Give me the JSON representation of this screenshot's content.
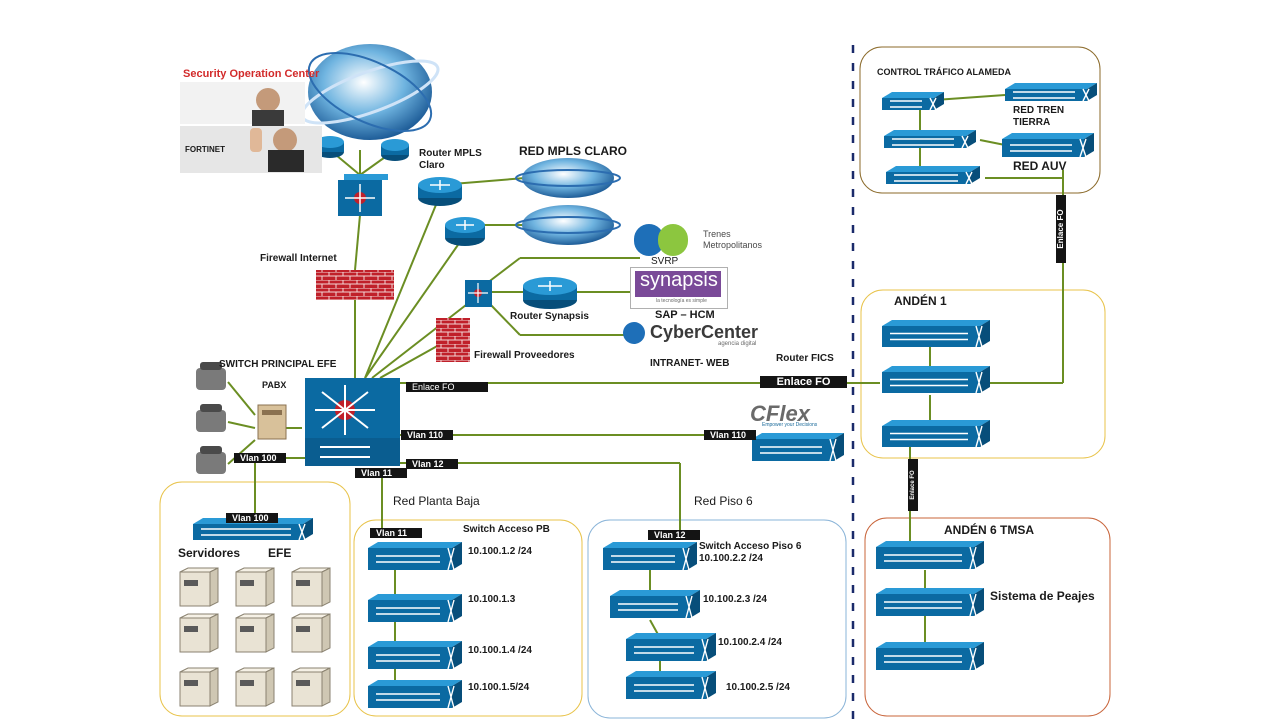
{
  "security_center": {
    "title": "Security Operation Center",
    "vendor": "FORTINET"
  },
  "mpls": {
    "title": "RED MPLS CLARO",
    "router_label": "Router MPLS\nClaro"
  },
  "firewall_internet": "Firewall Internet",
  "firewall_proveedores": "Firewall Proveedores",
  "router_synapsis": "Router Synapsis",
  "switch_principal": "SWITCH PRINCIPAL EFE",
  "pabx": "PABX",
  "logos": {
    "trenes": {
      "line1": "Trenes",
      "line2": "Metropolitanos"
    },
    "svrp": "SVRP",
    "synapsis": {
      "name": "synapsis",
      "tagline": "la tecnología es simple"
    },
    "sap": "SAP – HCM",
    "cybercenter": {
      "name": "CyberCenter",
      "tagline": "agencia digital"
    },
    "intranet": "INTRANET- WEB",
    "cflex": {
      "name": "CFlex",
      "tagline": "Empower your Decisions"
    }
  },
  "router_fics": "Router FICS",
  "links": {
    "enlace_fo_small": "Enlace FO",
    "enlace_fo_large": "Enlace FO",
    "enlace_fo_vertical_top": "Enlace FO",
    "enlace_fo_vertical_bottom": "Enlace FO",
    "vlan110_left": "Vlan 110",
    "vlan110_right": "Vlan 110",
    "vlan100_top": "Vlan 100",
    "vlan100_servers": "Vlan 100",
    "vlan11_top": "Vlan 11",
    "vlan11_pb": "Vlan 11",
    "vlan12_top": "Vlan 12",
    "vlan12_p6": "Vlan 12"
  },
  "control_trafico": {
    "title": "CONTROL TRÁFICO ALAMEDA",
    "red_tren_tierra": "RED TREN\nTIERRA",
    "red_auv": "RED AUV"
  },
  "anden1": {
    "title": "ANDÉN 1"
  },
  "anden6": {
    "title": "ANDÉN 6 TMSA",
    "peajes": "Sistema de Peajes"
  },
  "servidores": {
    "title": "Servidores",
    "title2": "EFE"
  },
  "planta_baja": {
    "title": "Red Planta Baja",
    "switch_label": "Switch Acceso PB",
    "ips": [
      "10.100.1.2 /24",
      "10.100.1.3",
      "10.100.1.4 /24",
      "10.100.1.5/24"
    ]
  },
  "piso6": {
    "title": "Red Piso 6",
    "switch_label": "Switch Acceso Piso 6",
    "ips": [
      "10.100.2.2 /24",
      "10.100.2.3 /24",
      "10.100.2.4 /24",
      "10.100.2.5 /24"
    ]
  },
  "colors": {
    "link": "#6b8e23",
    "device": "#0a78b8",
    "device_top": "#2a9ad6",
    "firewall": "#c0202a",
    "region_servers": "#e8c34a",
    "region_pb": "#e8c34a",
    "region_p6": "#8ab4d8",
    "region_control": "#8b6a2a",
    "region_anden1": "#e8c34a",
    "region_anden6": "#c8643a",
    "divider": "#1a2a6a"
  }
}
